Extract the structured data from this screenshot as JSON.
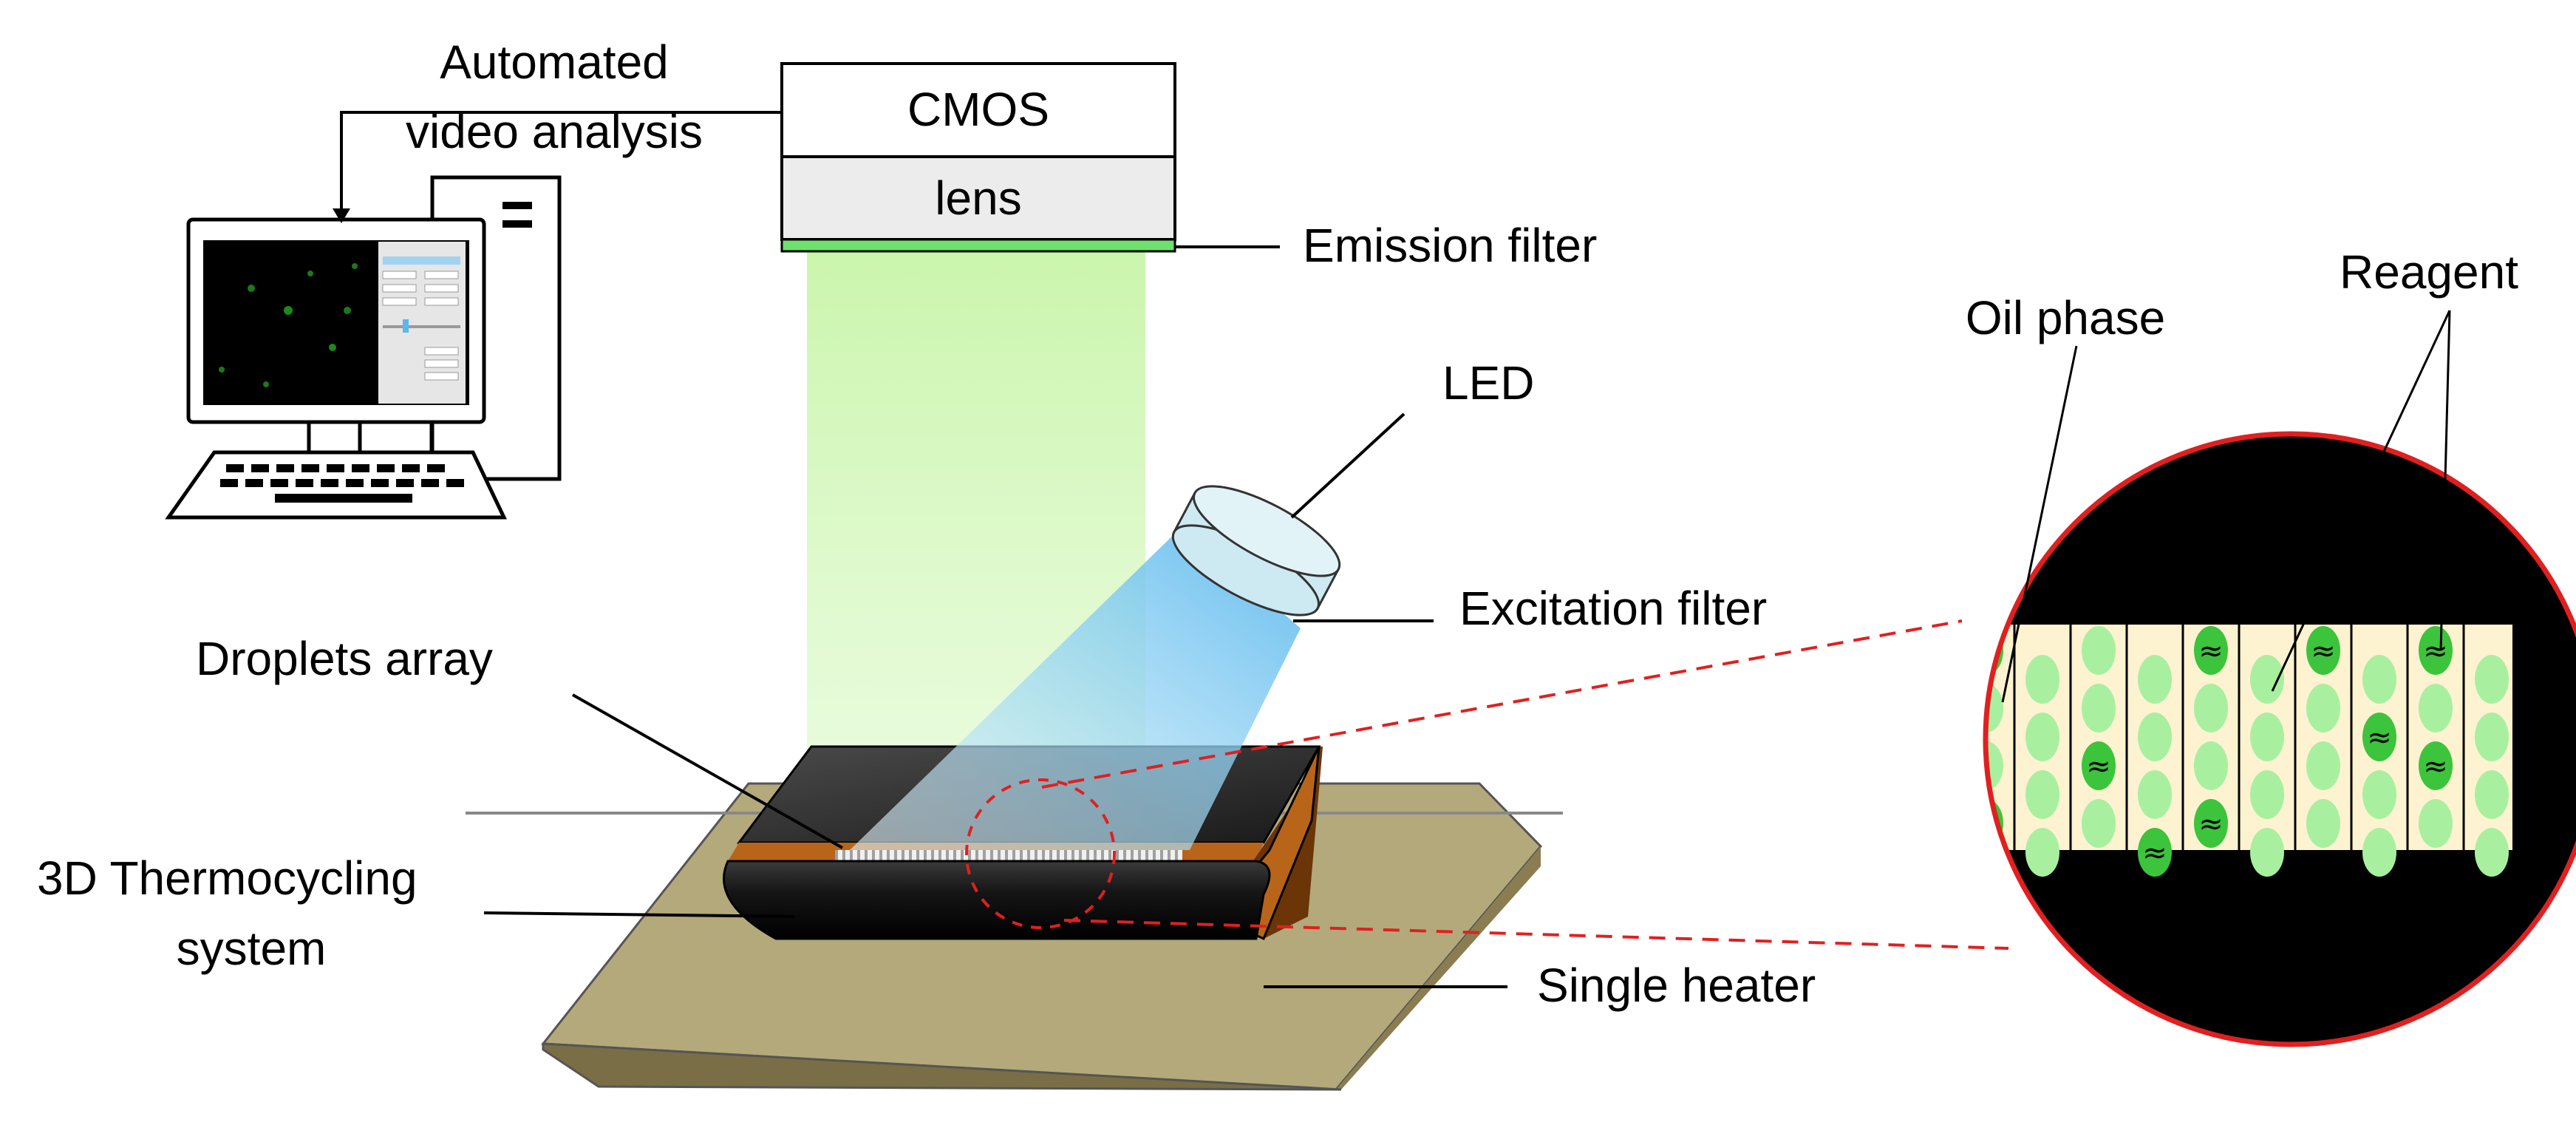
{
  "labels": {
    "automated_line1": "Automated",
    "automated_line2": "video analysis",
    "cmos": "CMOS",
    "lens": "lens",
    "emission_filter": "Emission filter",
    "led": "LED",
    "excitation_filter": "Excitation filter",
    "droplets_array": "Droplets array",
    "thermocycling_line1": "3D Thermocycling",
    "thermocycling_line2": "system",
    "single_heater": "Single heater",
    "oil_phase": "Oil phase",
    "reagent": "Reagent"
  },
  "colors": {
    "emission_green": "#6ee06e",
    "light_beam_green": "#cdf5b0",
    "led_beam_blue": "#7cc8f0",
    "heater_tan": "#b3a97a",
    "chip_copper": "#b8651a",
    "zoom_circle_border": "#e02020",
    "reagent_droplet": "#3cc43c",
    "empty_droplet": "#a8f0a0",
    "oil_background": "#fdf3d0",
    "dashed_red": "#e02020"
  },
  "icons": [
    "computer-icon",
    "keyboard-icon",
    "led-icon",
    "camera-icon"
  ]
}
